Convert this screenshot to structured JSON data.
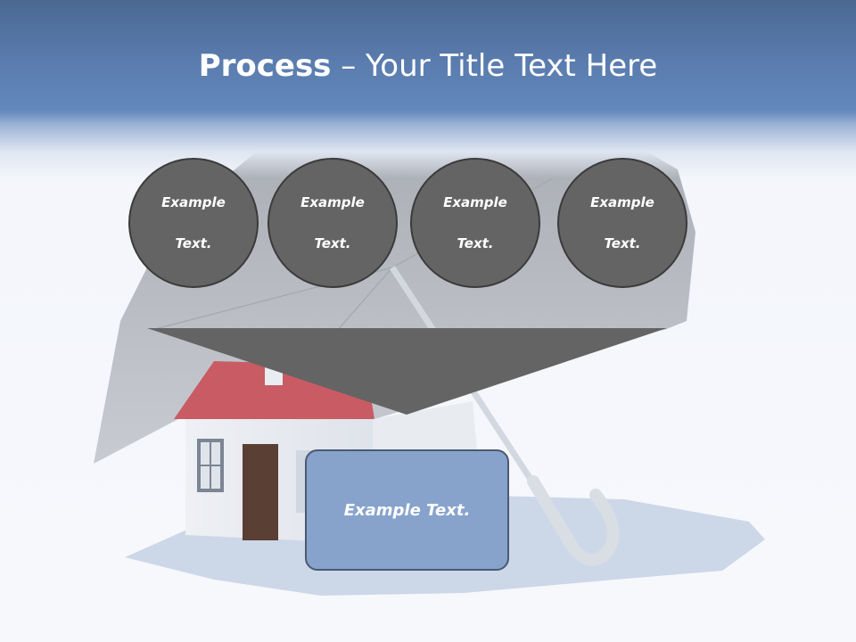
{
  "slide": {
    "title_bold": "Process",
    "title_rest": " – Your Title Text Here",
    "circles": [
      {
        "line1": "Example",
        "line2": "Text."
      },
      {
        "line1": "Example",
        "line2": "Text."
      },
      {
        "line1": "Example",
        "line2": "Text."
      },
      {
        "line1": "Example",
        "line2": "Text."
      }
    ],
    "result_label": "Example Text."
  },
  "colors": {
    "header": "#5a7cae",
    "circle_fill": "#646464",
    "funnel_fill": "#646464",
    "result_fill": "#87a3cc"
  },
  "icons": {
    "background_image": "umbrella-over-house-illustration"
  }
}
